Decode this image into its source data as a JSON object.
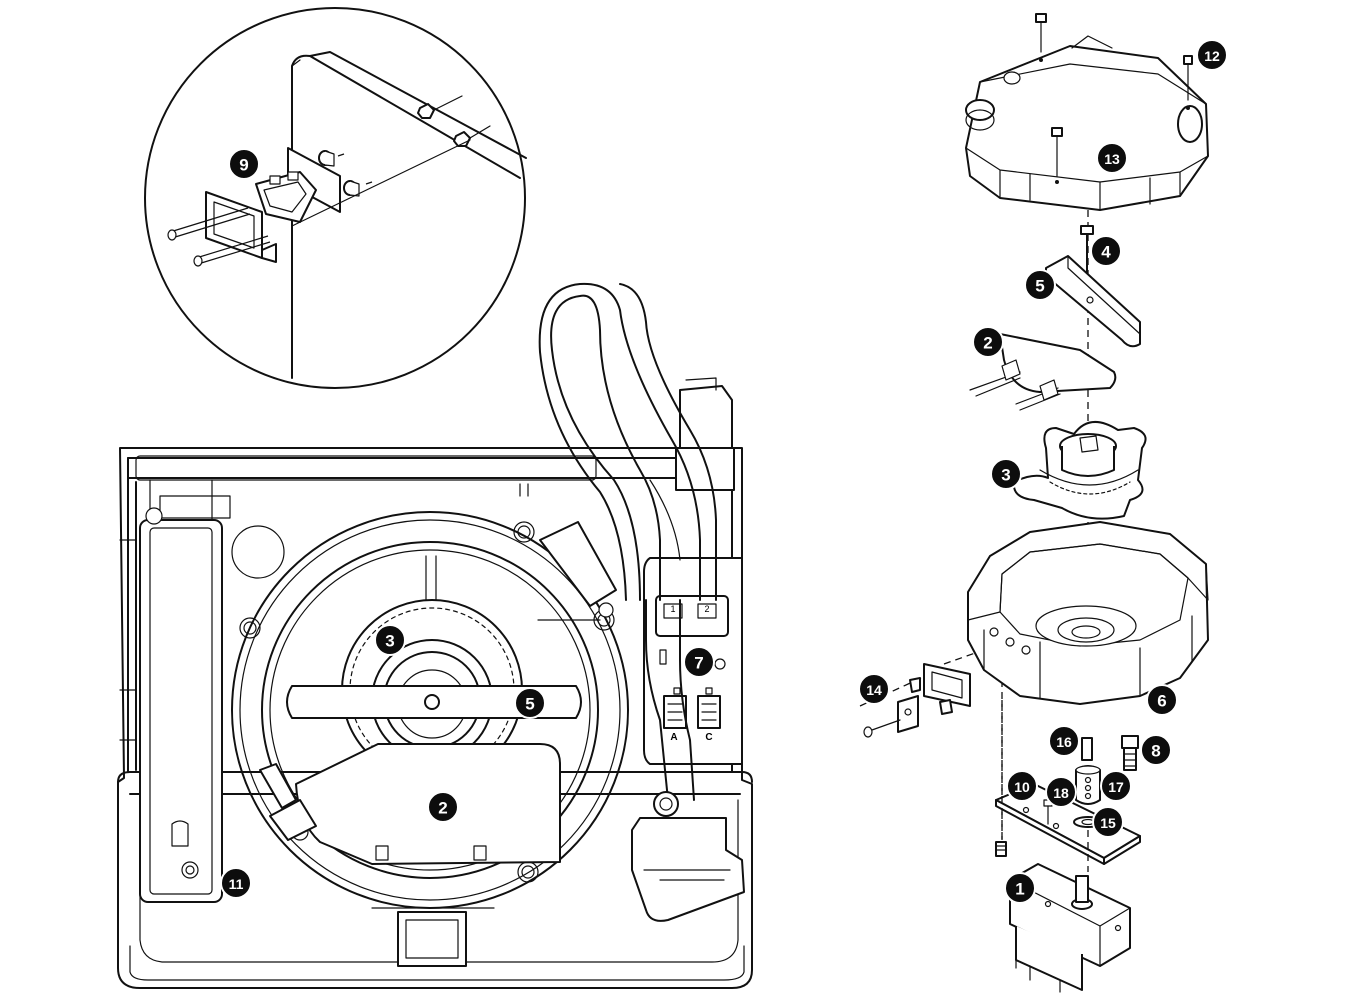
{
  "callouts": [
    {
      "id": "c1-main-2",
      "label": "2"
    },
    {
      "id": "c1-main-3",
      "label": "3"
    },
    {
      "id": "c1-main-5",
      "label": "5"
    },
    {
      "id": "c1-main-7",
      "label": "7"
    },
    {
      "id": "c1-main-11",
      "label": "11"
    },
    {
      "id": "c1-inset-9",
      "label": "9"
    },
    {
      "id": "c2-12",
      "label": "12"
    },
    {
      "id": "c2-13",
      "label": "13"
    },
    {
      "id": "c2-4",
      "label": "4"
    },
    {
      "id": "c2-5",
      "label": "5"
    },
    {
      "id": "c2-2",
      "label": "2"
    },
    {
      "id": "c2-3",
      "label": "3"
    },
    {
      "id": "c2-6",
      "label": "6"
    },
    {
      "id": "c2-14",
      "label": "14"
    },
    {
      "id": "c2-16",
      "label": "16"
    },
    {
      "id": "c2-8",
      "label": "8"
    },
    {
      "id": "c2-10",
      "label": "10"
    },
    {
      "id": "c2-18",
      "label": "18"
    },
    {
      "id": "c2-17",
      "label": "17"
    },
    {
      "id": "c2-15",
      "label": "15"
    },
    {
      "id": "c2-1",
      "label": "1"
    }
  ],
  "connector_labels": {
    "top_left": "1",
    "top_right": "2",
    "bottom_left": "A",
    "bottom_right": "C"
  }
}
